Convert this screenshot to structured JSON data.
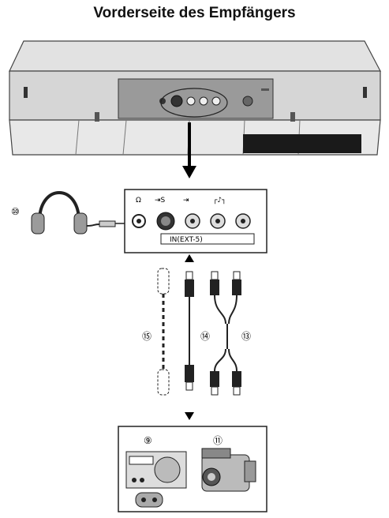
{
  "title": "Vorderseite des Empfängers",
  "panel_label": "IN(EXT-5)",
  "callouts": {
    "headphones": "⑩",
    "game_console": "⑨",
    "camcorder": "⑪",
    "av_cable_14": "⑭",
    "av_cable_13": "⑬",
    "svideo_cable": "⑮"
  },
  "icons": {
    "headphone_jack": "headphones-icon",
    "svideo_jack": "s-video-input-icon",
    "video_jack": "video-input-icon",
    "audio_jack": "audio-input-icon"
  }
}
